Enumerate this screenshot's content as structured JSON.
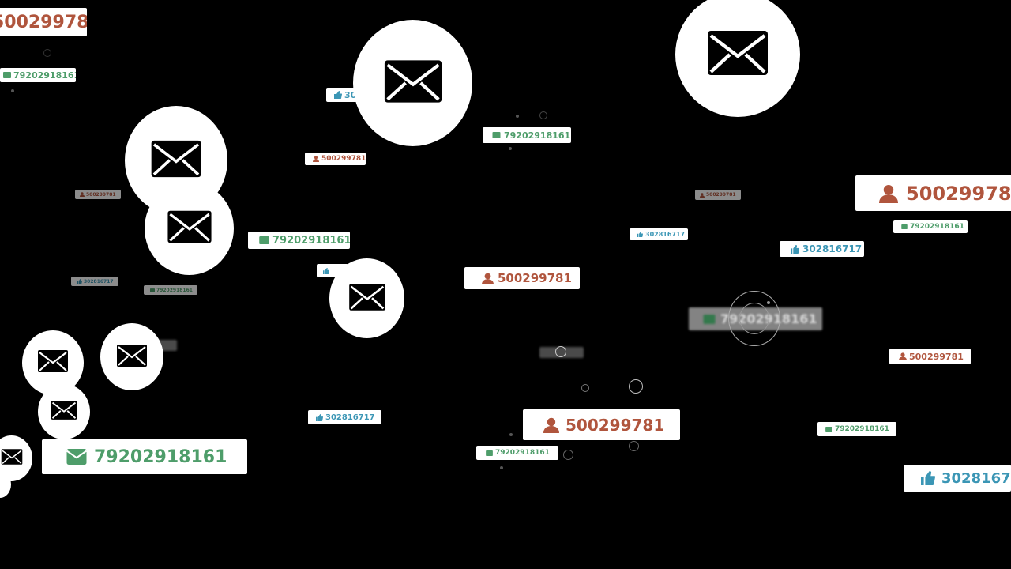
{
  "scene": {
    "background": "#000000",
    "counter_colors": {
      "followers": "#b0553d",
      "messages": "#4e9d6a",
      "likes": "#3b96b5"
    },
    "counters": {
      "followers": "500299781",
      "messages": "79202918161",
      "likes": "302816717"
    },
    "icons": {
      "followers": "person-icon",
      "messages": "envelope-icon",
      "likes": "thumbs-up-icon",
      "bubble": "envelope-icon"
    }
  }
}
